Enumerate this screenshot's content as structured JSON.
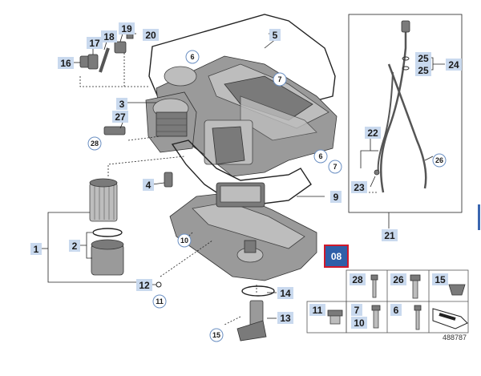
{
  "diagram": {
    "callouts_box": [
      "3",
      "1",
      "2",
      "4",
      "5",
      "9",
      "12",
      "13",
      "14",
      "16",
      "17",
      "18",
      "19",
      "20",
      "21",
      "22",
      "23",
      "24",
      "25",
      "25",
      "27"
    ],
    "callouts_circle": [
      "6",
      "7",
      "6",
      "7",
      "10",
      "11",
      "15",
      "26",
      "28"
    ],
    "highlight": "08",
    "legend": [
      {
        "num": "28",
        "kind": "box"
      },
      {
        "num": "26",
        "kind": "box"
      },
      {
        "num": "15",
        "kind": "box"
      },
      {
        "num": "11",
        "kind": "box"
      },
      {
        "num": "7",
        "kind": "box"
      },
      {
        "num": "10",
        "kind": "box"
      },
      {
        "num": "6",
        "kind": "box"
      }
    ],
    "reference": "488787",
    "colors": {
      "label_bg": "#c9d9ee",
      "highlight_bg": "#2f5fa8",
      "highlight_border": "#d0192b",
      "circle_stroke": "#6a8fc2"
    }
  }
}
